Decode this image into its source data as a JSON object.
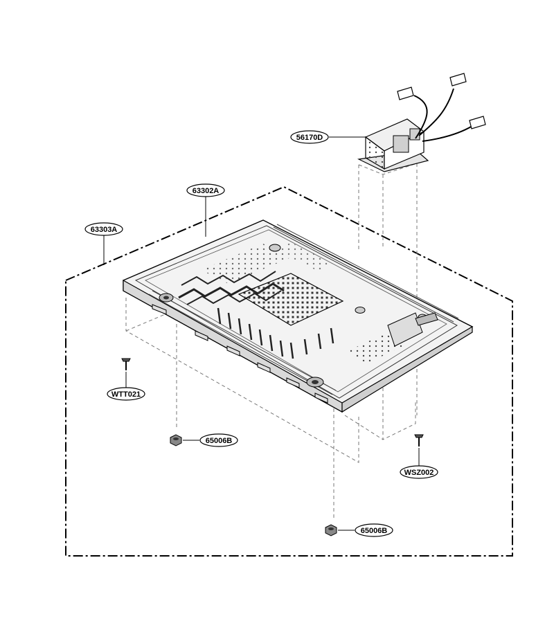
{
  "diagram": {
    "callouts": {
      "transformer": "56170D",
      "base_plate": "63302A",
      "assembly": "63303A",
      "screw_left": "WTT021",
      "nut_upper": "65006B",
      "screw_right": "WSZ002",
      "nut_lower": "65006B"
    }
  }
}
